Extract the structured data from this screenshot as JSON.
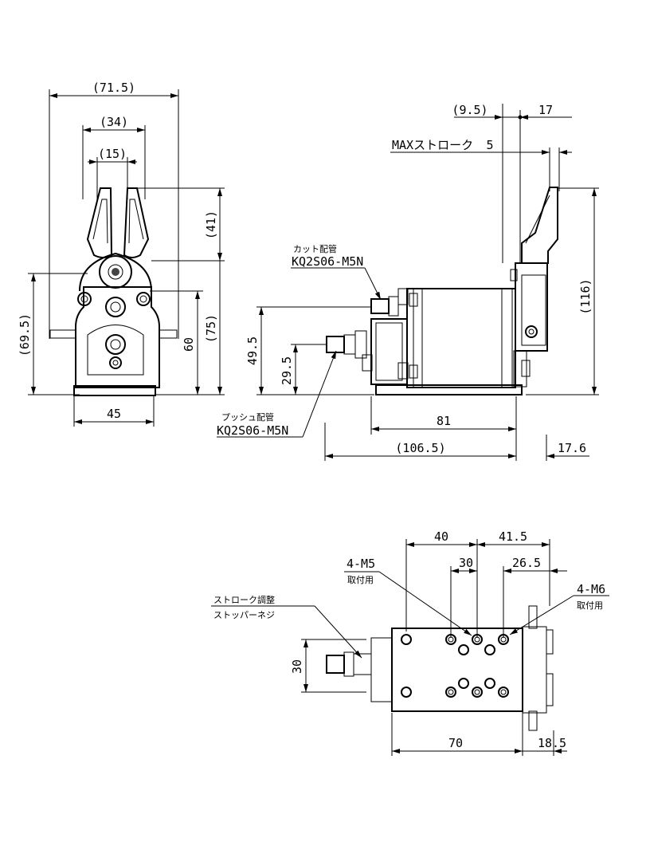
{
  "front_view": {
    "width_overall": "(71.5)",
    "jaw_width": "(34)",
    "jaw_gap": "(15)",
    "jaw_height": "(41)",
    "height_total": "(69.5)",
    "height_75": "(75)",
    "height_60": "60",
    "base_width": "45"
  },
  "side_view": {
    "dim_9_5": "(9.5)",
    "dim_17": "17",
    "max_stroke_label": "MAXストローク",
    "max_stroke_value": "5",
    "height_116": "(116)",
    "cut_port_label": "カット配管",
    "cut_port_part": "KQ2S06-M5N",
    "push_port_label": "プッシュ配管",
    "push_port_part": "KQ2S06-M5N",
    "height_49_5": "49.5",
    "height_29_5": "29.5",
    "length_81": "81",
    "length_106_5": "(106.5)",
    "dim_17_6": "17.6"
  },
  "bottom_view": {
    "dim_40": "40",
    "dim_41_5": "41.5",
    "dim_30_top": "30",
    "dim_26_5": "26.5",
    "m5_label": "4-M5",
    "m5_sub": "取付用",
    "m6_label": "4-M6",
    "m6_sub": "取付用",
    "stopper_label_1": "ストローク調整",
    "stopper_label_2": "ストッパーネジ",
    "dim_30_side": "30",
    "dim_70": "70",
    "dim_18_5": "18.5"
  }
}
